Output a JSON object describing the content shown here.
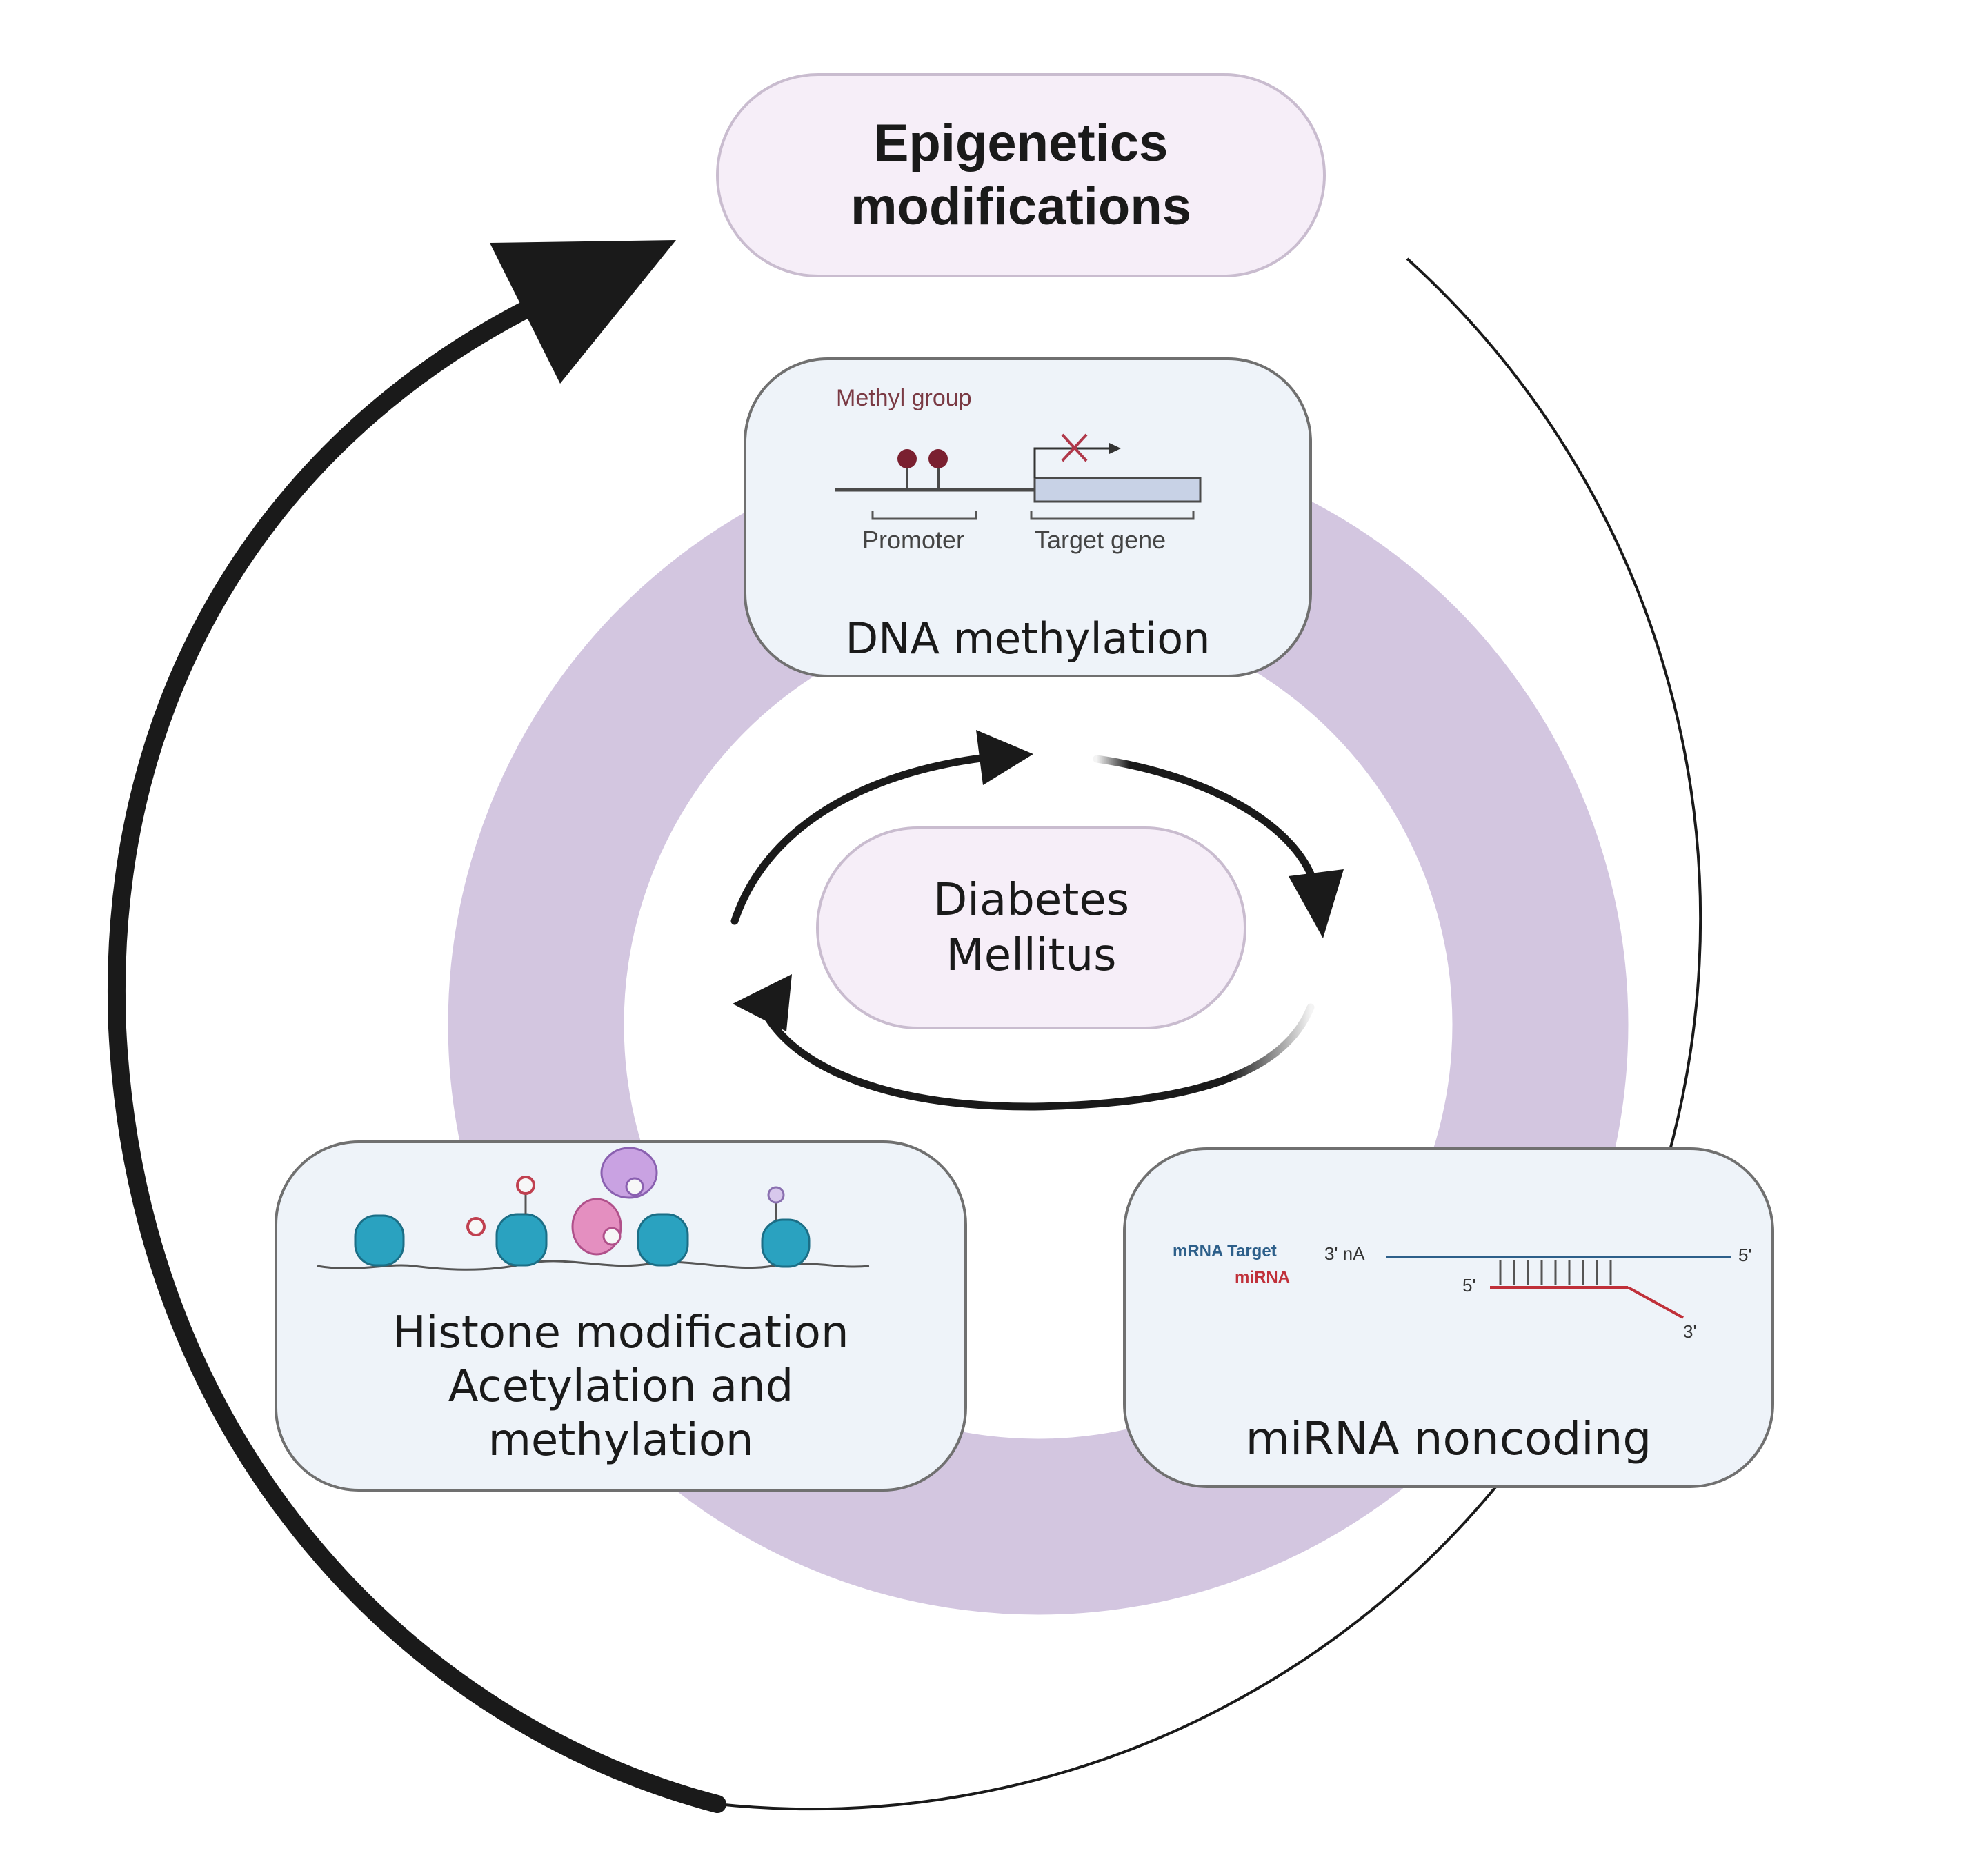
{
  "title": "Epigenetics modifications",
  "center": {
    "line1": "Diabetes",
    "line2": "Mellitus"
  },
  "dna_methylation": {
    "label": "DNA methylation",
    "methyl_group": "Methyl group",
    "promoter": "Promoter",
    "target_gene": "Target gene"
  },
  "histone": {
    "line1": "Histone modification",
    "line2": "Acetylation and",
    "line3": "methylation"
  },
  "mirna": {
    "label": "miRNA noncoding",
    "target_label": "mRNA Target",
    "mirna_label": "miRNA",
    "three_prime_na": "3' nA",
    "five_prime_right": "5'",
    "five_prime_mirna": "5'",
    "three_prime_mirna": "3'"
  },
  "colors": {
    "ring": "#d3c6e0",
    "box_lavender": "#f6eef8",
    "box_blue": "#eef3f9",
    "nucleosome": "#2aa2c0",
    "methyl_marker": "#7a2030",
    "mirna_red": "#c0303a",
    "mrna_blue": "#2d5f8a"
  }
}
